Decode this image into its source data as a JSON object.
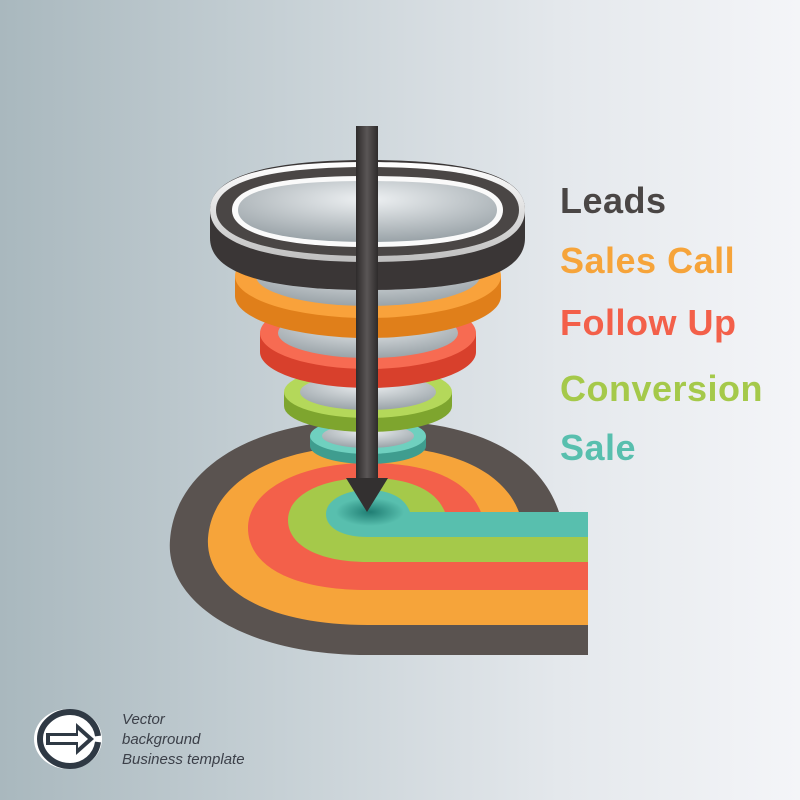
{
  "stages": [
    {
      "label": "Leads",
      "color": "#4a4645"
    },
    {
      "label": "Sales Call",
      "color": "#f6a43a"
    },
    {
      "label": "Follow Up",
      "color": "#f3604a"
    },
    {
      "label": "Conversion",
      "color": "#a5c94a"
    },
    {
      "label": "Sale",
      "color": "#58bfae"
    }
  ],
  "footer": {
    "line1": "Vector",
    "line2": "background",
    "line3": "Business template"
  },
  "icons": {
    "funnel_arrow": "down-arrow-icon",
    "logo": "right-arrow-icon"
  }
}
